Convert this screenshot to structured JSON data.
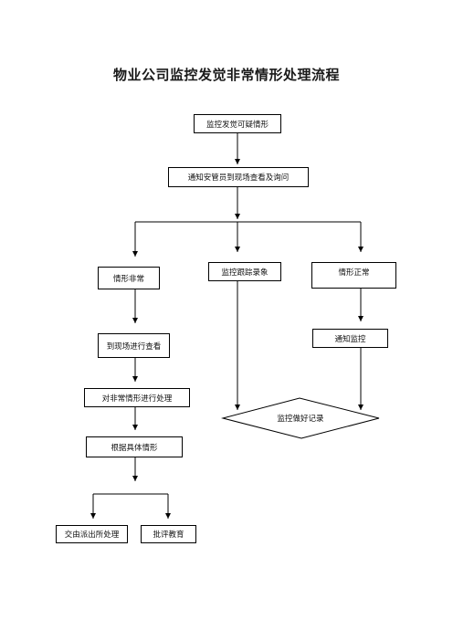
{
  "title": "物业公司监控发觉非常情形处理流程",
  "nodes": {
    "start": "监控发觉可疑情形",
    "notify_guard": "通知安管员到现场查看及询问",
    "abnormal": "情形非常",
    "track_record": "监控跟踪录象",
    "normal": "情形正常",
    "go_to_site": "到现场进行查看",
    "notify_monitor": "通知监控",
    "handle_abnormal": "对非常情形进行处理",
    "monitor_record": "监控做好记录",
    "by_situation": "根据具体情形",
    "police": "交由派出所处理",
    "criticize": "批评教育"
  }
}
